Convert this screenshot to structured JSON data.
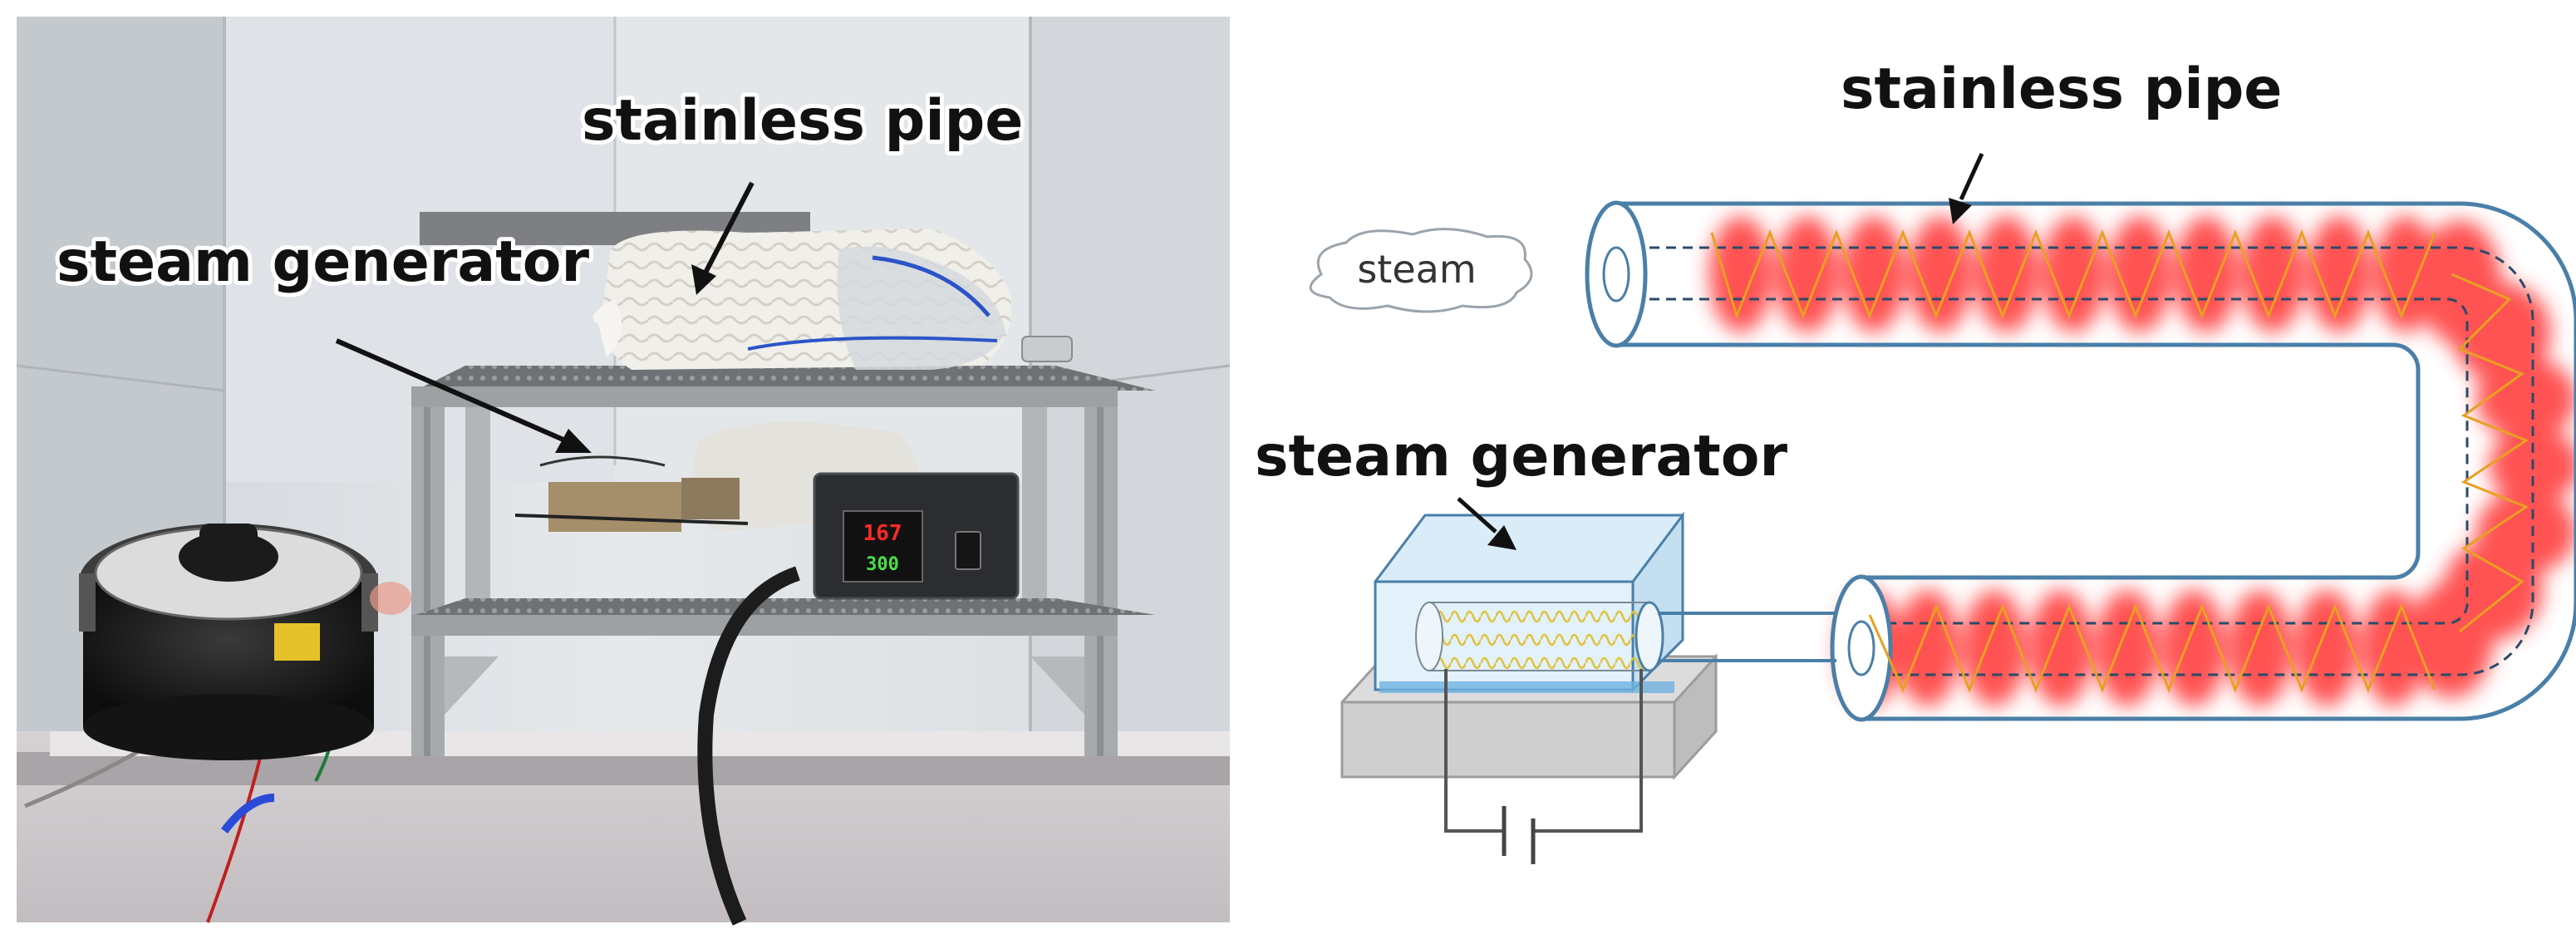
{
  "labels": {
    "photo_pipe": "stainless pipe",
    "photo_generator": "steam generator",
    "diagram_pipe": "stainless pipe",
    "diagram_generator": "steam generator",
    "steam": "steam"
  },
  "controller_display": {
    "top": "167",
    "bottom": "300"
  },
  "colors": {
    "heat_glow": "#ff3b3b",
    "coil": "#e8a020",
    "pipe_outline": "#4a7fa8",
    "generator_box": "#d9ecf7"
  }
}
